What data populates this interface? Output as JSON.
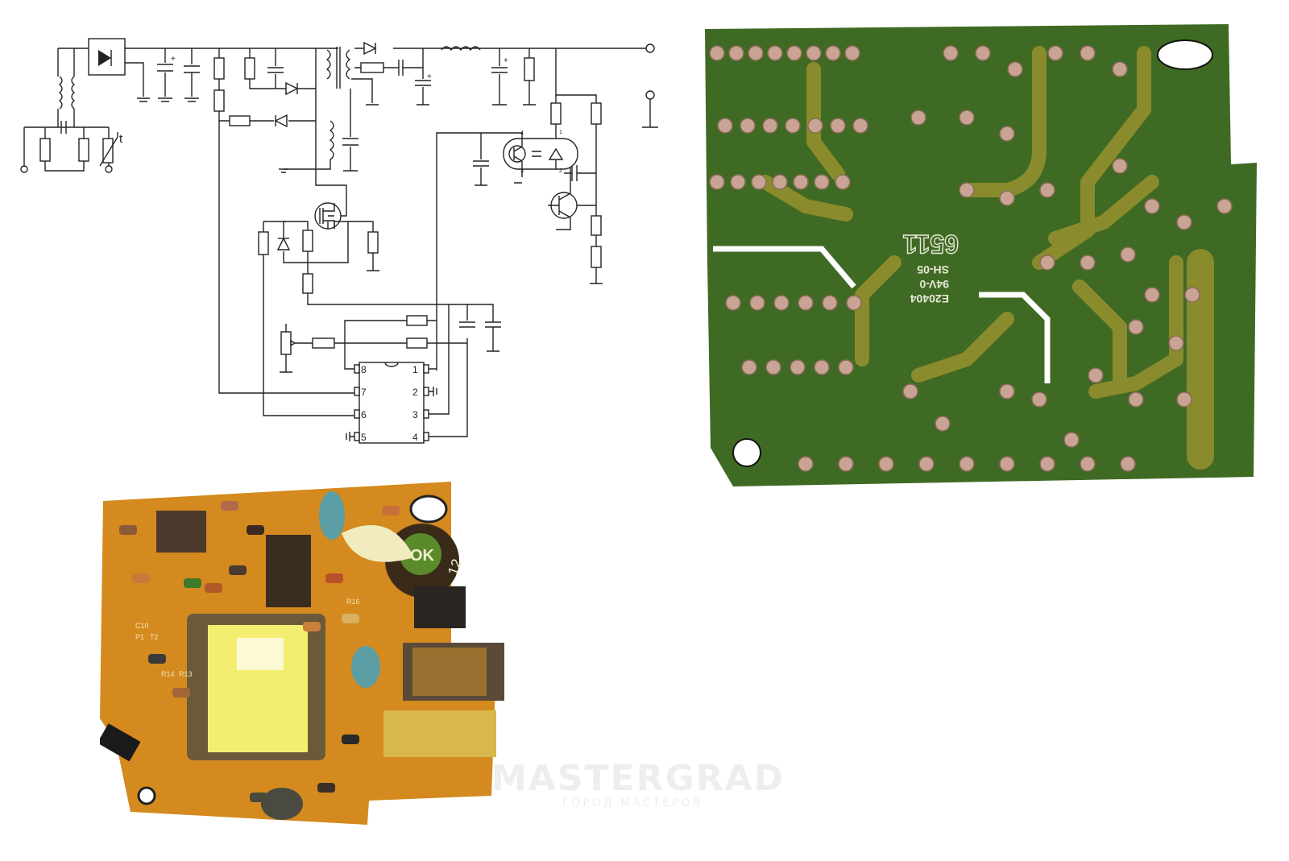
{
  "schematic": {
    "ic_pins": {
      "p1": "1",
      "p2": "2",
      "p3": "3",
      "p4": "4",
      "p5": "5",
      "p6": "6",
      "p7": "7",
      "p8": "8"
    },
    "thermistor_label": "t",
    "optocoupler_pins": {
      "a": "4",
      "b": "1",
      "c": "3",
      "d": "2"
    },
    "polarity_mark": "+"
  },
  "pcb_bottom": {
    "silkscreen_lines": [
      "E20404",
      "94V-0",
      "SH-05"
    ],
    "date_code": "6511"
  },
  "pcb_top": {
    "capacitor_marking": "OK",
    "capacitor_value": "12",
    "labels": [
      "C10",
      "P1",
      "T2",
      "R14",
      "R13",
      "R16"
    ]
  },
  "watermark": {
    "title": "MASTERGRAD",
    "subtitle": "ГОРОД МАСТЕРОВ"
  },
  "colors": {
    "pcb_green": "#3f6a23",
    "copper_trace": "#8a8b2c",
    "solder_pad": "#c9a393",
    "top_board": "#d48a1e",
    "transformer_yellow": "#f3ee70"
  }
}
